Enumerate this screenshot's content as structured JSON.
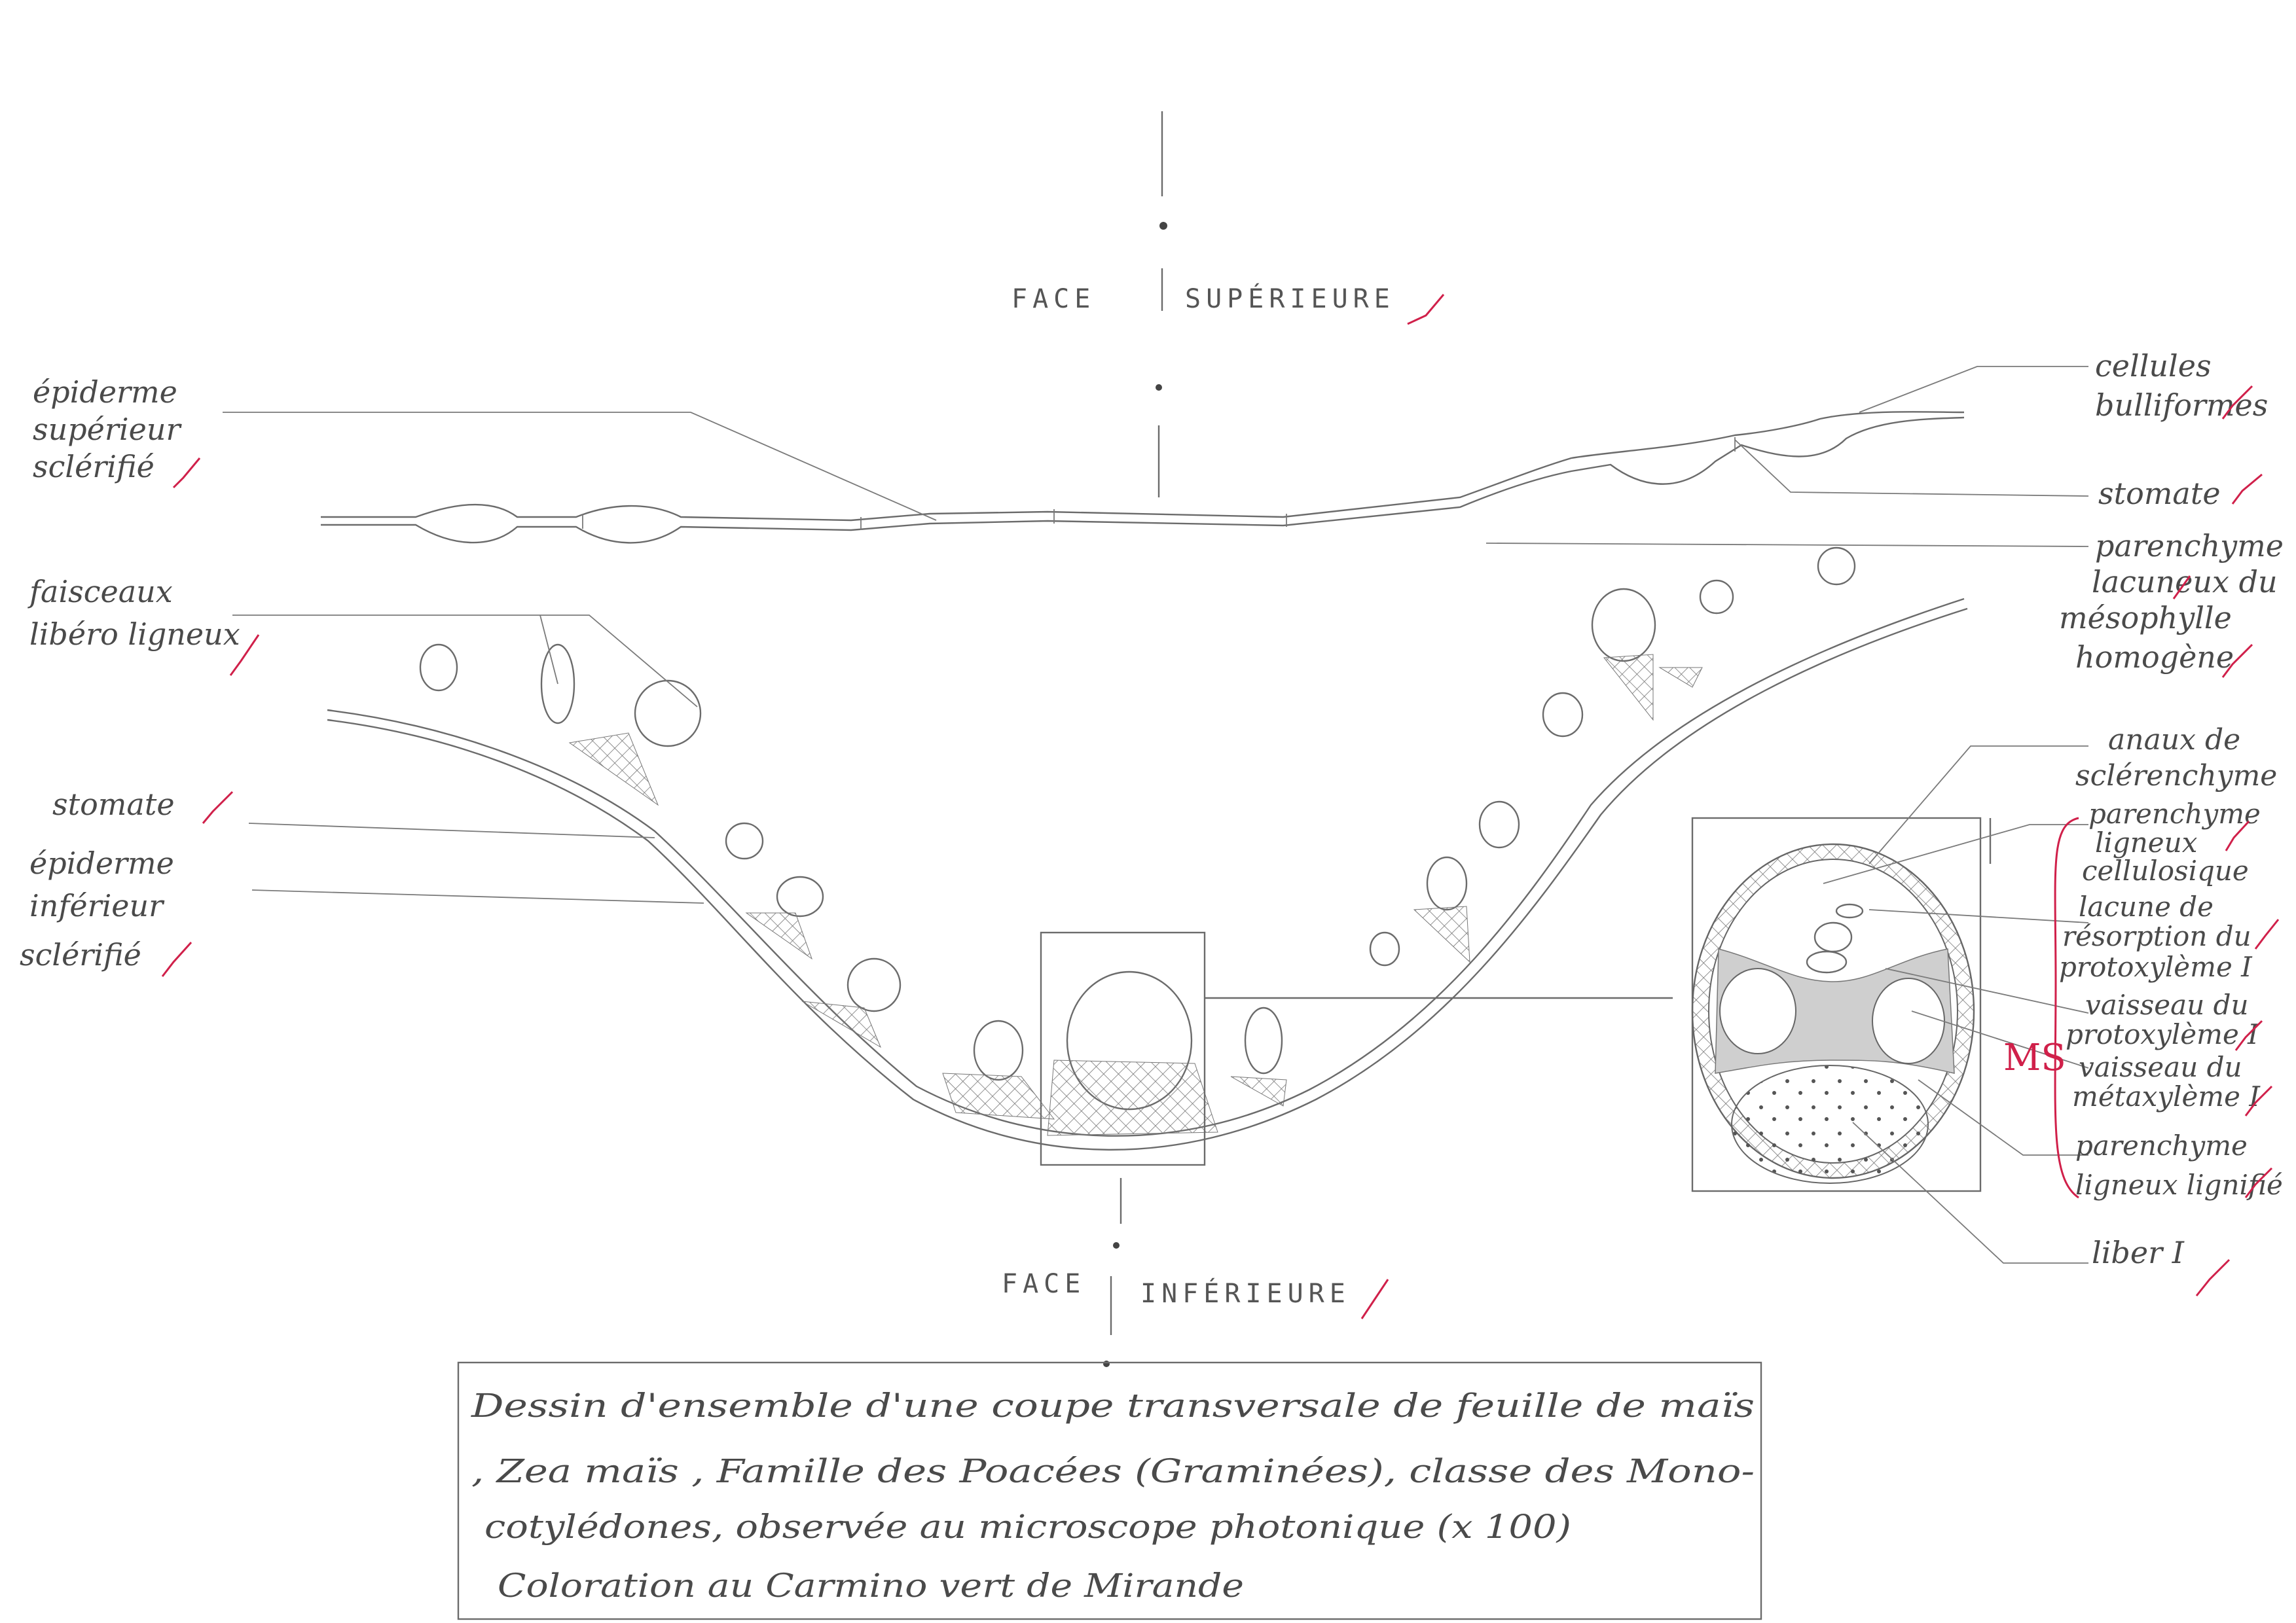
{
  "colors": {
    "pencil": "#5a5a5a",
    "correction": "#d0204a",
    "paper": "#ffffff"
  },
  "orientation": {
    "top": [
      "FACE",
      "SUPÉRIEURE"
    ],
    "bottom": [
      "FACE",
      "INFÉRIEURE"
    ]
  },
  "labels": {
    "epiderme_sup": [
      "épiderme",
      "supérieur",
      "sclérifié"
    ],
    "faisceaux": [
      "faisceaux",
      "libéro ligneux"
    ],
    "stomate_left": [
      "stomate"
    ],
    "epiderme_inf": [
      "épiderme",
      "inférieur",
      "sclérifié"
    ],
    "cellules_bulliformes": [
      "cellules",
      "bulliformes"
    ],
    "stomate_right": [
      "stomate"
    ],
    "parenchyme_lacuneux": [
      "parenchyme",
      "lacuneux du",
      "mésophylle",
      "homogène"
    ],
    "anneau": [
      "anaux de",
      "sclérenchyme"
    ],
    "parenchyme_cellulosique": [
      "parenchyme",
      "ligneux",
      "cellulosique"
    ],
    "lacune": [
      "lacune de",
      "résorption du",
      "protoxylème I"
    ],
    "vaisseau_proto": [
      "vaisseau du",
      "protoxylème I"
    ],
    "vaisseau_meta": [
      "vaisseau du",
      "métaxylème I"
    ],
    "parenchyme_lignifie": [
      "parenchyme",
      "ligneux lignifié"
    ],
    "liber": [
      "liber I"
    ]
  },
  "correction_mark": "MS",
  "caption": {
    "lines": [
      "Dessin d'ensemble d'une coupe transversale de feuille de maïs",
      ", Zea maïs , Famille des Poacées (Graminées), classe des Mono-",
      "cotylédones, observée au microscope photonique (x 100)",
      "Coloration au Carmino vert de Mirande"
    ]
  }
}
